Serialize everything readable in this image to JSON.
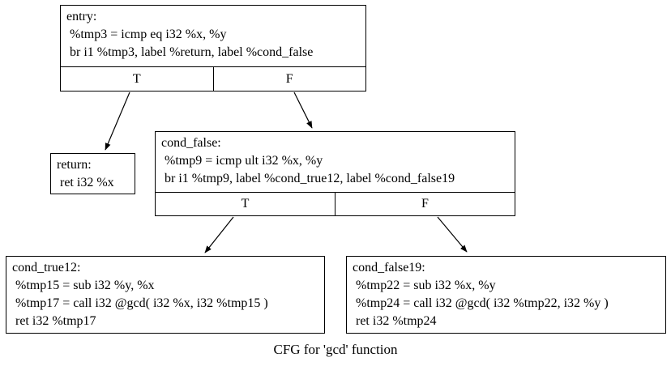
{
  "caption": "CFG for 'gcd' function",
  "nodes": {
    "entry": {
      "title": "entry:",
      "lines": [
        " %tmp3 = icmp eq i32 %x, %y",
        " br i1 %tmp3, label %return, label %cond_false"
      ],
      "branch_true": "T",
      "branch_false": "F"
    },
    "return": {
      "title": "return:",
      "lines": [
        " ret i32 %x"
      ]
    },
    "cond_false": {
      "title": "cond_false:",
      "lines": [
        " %tmp9 = icmp ult i32 %x, %y",
        " br i1 %tmp9, label %cond_true12, label %cond_false19"
      ],
      "branch_true": "T",
      "branch_false": "F"
    },
    "cond_true12": {
      "title": "cond_true12:",
      "lines": [
        " %tmp15 = sub i32 %y, %x",
        " %tmp17 = call i32 @gcd( i32 %x, i32 %tmp15 )",
        " ret i32 %tmp17"
      ]
    },
    "cond_false19": {
      "title": "cond_false19:",
      "lines": [
        " %tmp22 = sub i32 %x, %y",
        " %tmp24 = call i32 @gcd( i32 %tmp22, i32 %y )",
        " ret i32 %tmp24"
      ]
    }
  },
  "colors": {
    "node_border": "#000000",
    "node_fill": "#ffffff",
    "edge": "#000000",
    "text": "#000000"
  }
}
